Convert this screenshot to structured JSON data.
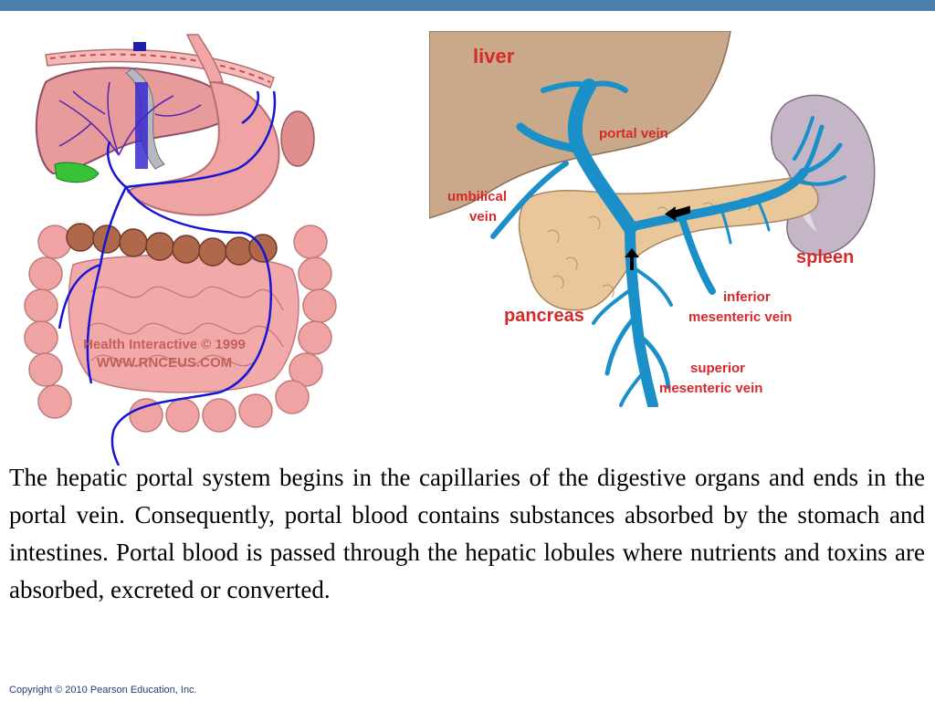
{
  "slide": {
    "body_text": "The hepatic portal system begins in the capillaries of the digestive organs and ends in the portal vein. Consequently, portal blood contains substances absorbed by the stomach and intestines. Portal blood is passed through the hepatic lobules where nutrients and toxins are absorbed, excreted or converted.",
    "copyright": "Copyright © 2010 Pearson Education, Inc."
  },
  "left_figure": {
    "watermark_line1": "Health Interactive © 1999",
    "watermark_line2": "WWW.RNCEUS.COM"
  },
  "right_figure": {
    "labels": {
      "liver": "liver",
      "portal_vein": "portal vein",
      "umbilical_line1": "umbilical",
      "umbilical_line2": "vein",
      "spleen": "spleen",
      "inferior_line1": "inferior",
      "inferior_line2": "mesenteric vein",
      "pancreas": "pancreas",
      "superior_line1": "superior",
      "superior_line2": "mesenteric vein"
    }
  },
  "colors": {
    "header_bar": "#4a7fab",
    "vein": "#1a8fc8",
    "label_red": "#d62a2a",
    "liver_tan": "#c9a98a",
    "pancreas": "#e9c79a",
    "spleen": "#c4b6c6",
    "gut_pink": "#f0a3a3"
  }
}
